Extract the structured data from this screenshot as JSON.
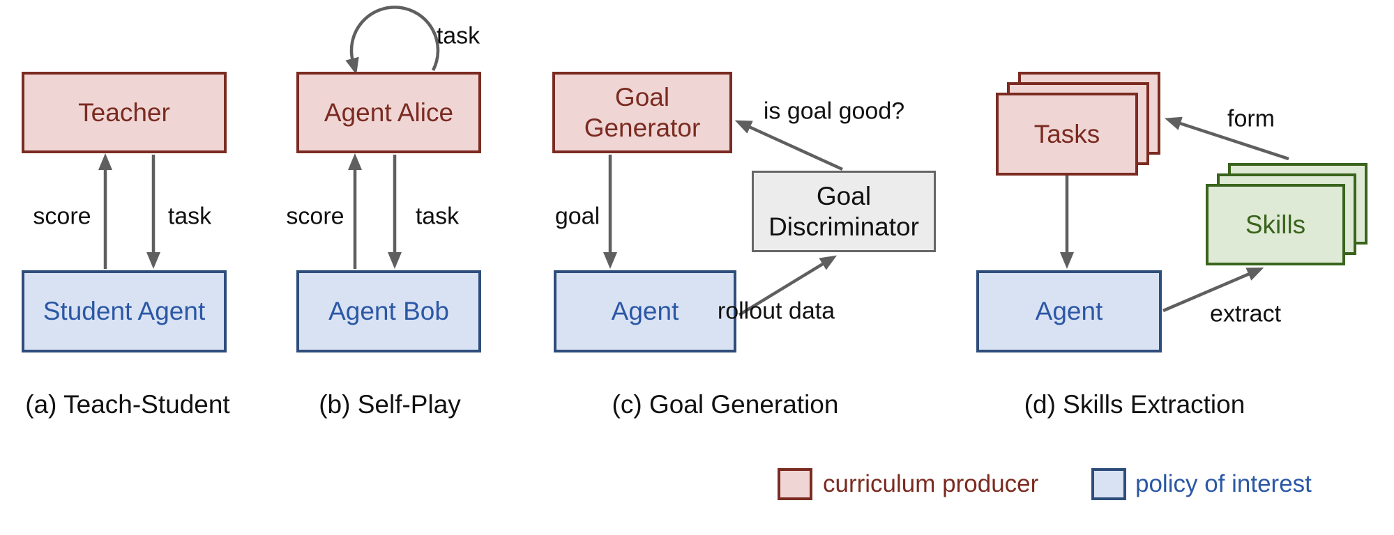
{
  "colors": {
    "producer-fill": "#efd6d5",
    "producer-border": "#7b2b21",
    "producer-text": "#7b2b21",
    "policy-fill": "#d9e2f3",
    "policy-border": "#2e4d7b",
    "policy-text": "#2b57a5",
    "skills-fill": "#dfead6",
    "skills-border": "#3a641d",
    "skills-text": "#3a641d",
    "disc-fill": "#ececec",
    "disc-border": "#666666",
    "disc-text": "#111111",
    "arrow": "#5f5f5f",
    "label": "#111111"
  },
  "panel_a": {
    "caption": "(a) Teach-Student",
    "producer_box": "Teacher",
    "policy_box": "Student Agent",
    "score_label": "score",
    "task_label": "task"
  },
  "panel_b": {
    "caption": "(b) Self-Play",
    "producer_box": "Agent Alice",
    "policy_box": "Agent Bob",
    "score_label": "score",
    "task_label": "task",
    "self_loop_label": "task"
  },
  "panel_c": {
    "caption": "(c) Goal Generation",
    "producer_box": "Goal\nGenerator",
    "discriminator_box": "Goal\nDiscriminator",
    "policy_box": "Agent",
    "goal_label": "goal",
    "is_goal_good_label": "is goal good?",
    "rollout_label": "rollout data"
  },
  "panel_d": {
    "caption": "(d) Skills Extraction",
    "tasks_box": "Tasks",
    "skills_box": "Skills",
    "policy_box": "Agent",
    "form_label": "form",
    "extract_label": "extract"
  },
  "legend": {
    "producer": "curriculum producer",
    "policy": "policy of interest"
  }
}
